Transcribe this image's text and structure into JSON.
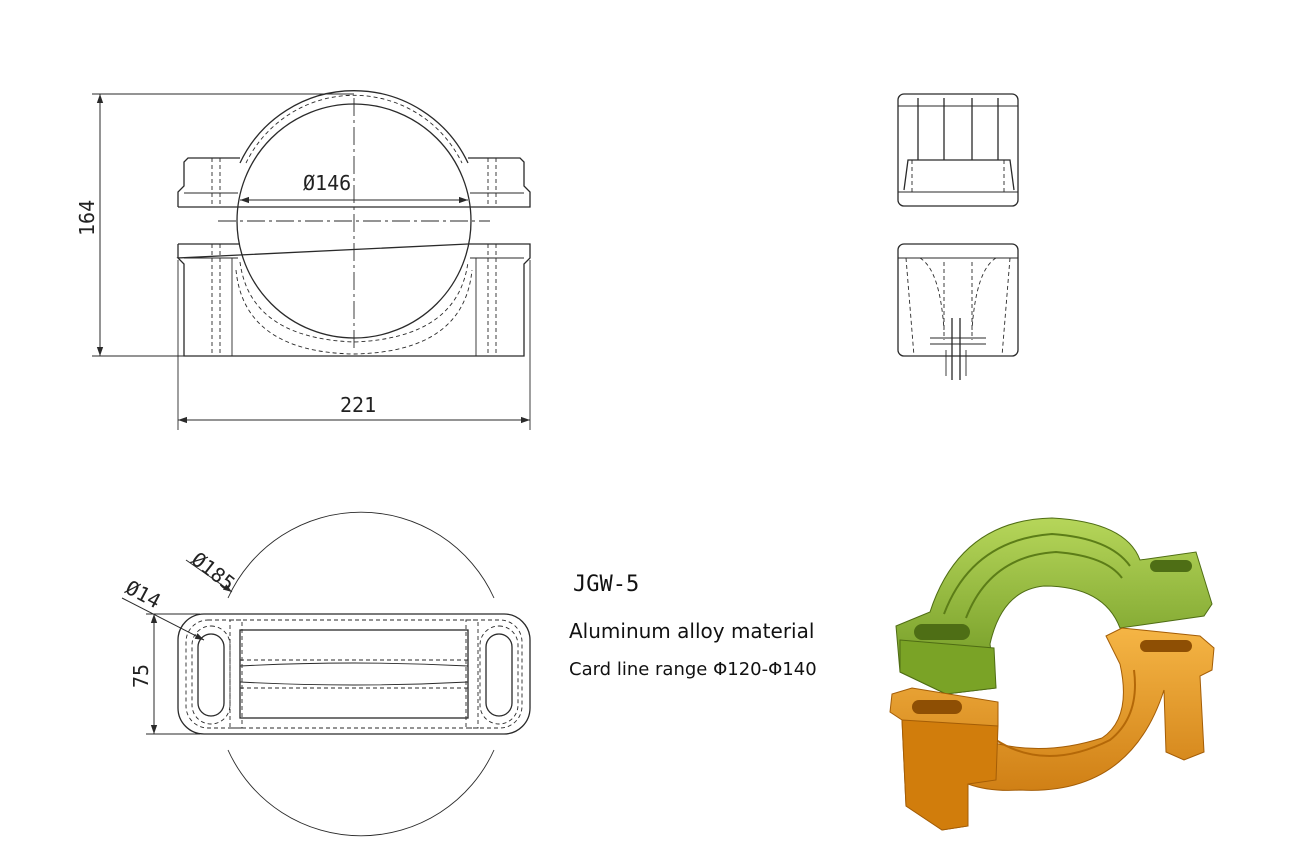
{
  "drawing": {
    "dimensions": {
      "height": "164",
      "width": "221",
      "inner_diameter": "Ø146",
      "outer_diameter": "Ø185",
      "hole_diameter": "Ø14",
      "depth": "75"
    },
    "model": "JGW-5",
    "material": "Aluminum alloy material",
    "range": "Card line range Φ120-Φ140"
  },
  "colors": {
    "upper_clamp": "#7fa82a",
    "upper_clamp_light": "#a9cc4a",
    "lower_clamp": "#e08a10",
    "lower_clamp_light": "#f2ad3a",
    "line": "#2a2a2a"
  }
}
